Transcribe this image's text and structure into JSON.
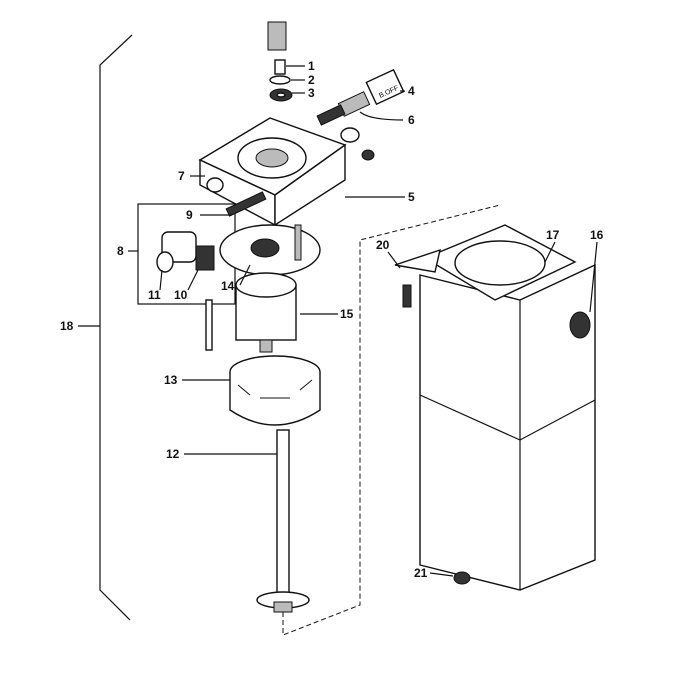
{
  "diagram": {
    "type": "exploded-parts-diagram",
    "callouts": [
      "1",
      "2",
      "3",
      "4",
      "5",
      "6",
      "7",
      "8",
      "9",
      "10",
      "11",
      "12",
      "13",
      "14",
      "15",
      "16",
      "17",
      "18",
      "20",
      "21"
    ],
    "part4_marking": "B.OFF"
  }
}
